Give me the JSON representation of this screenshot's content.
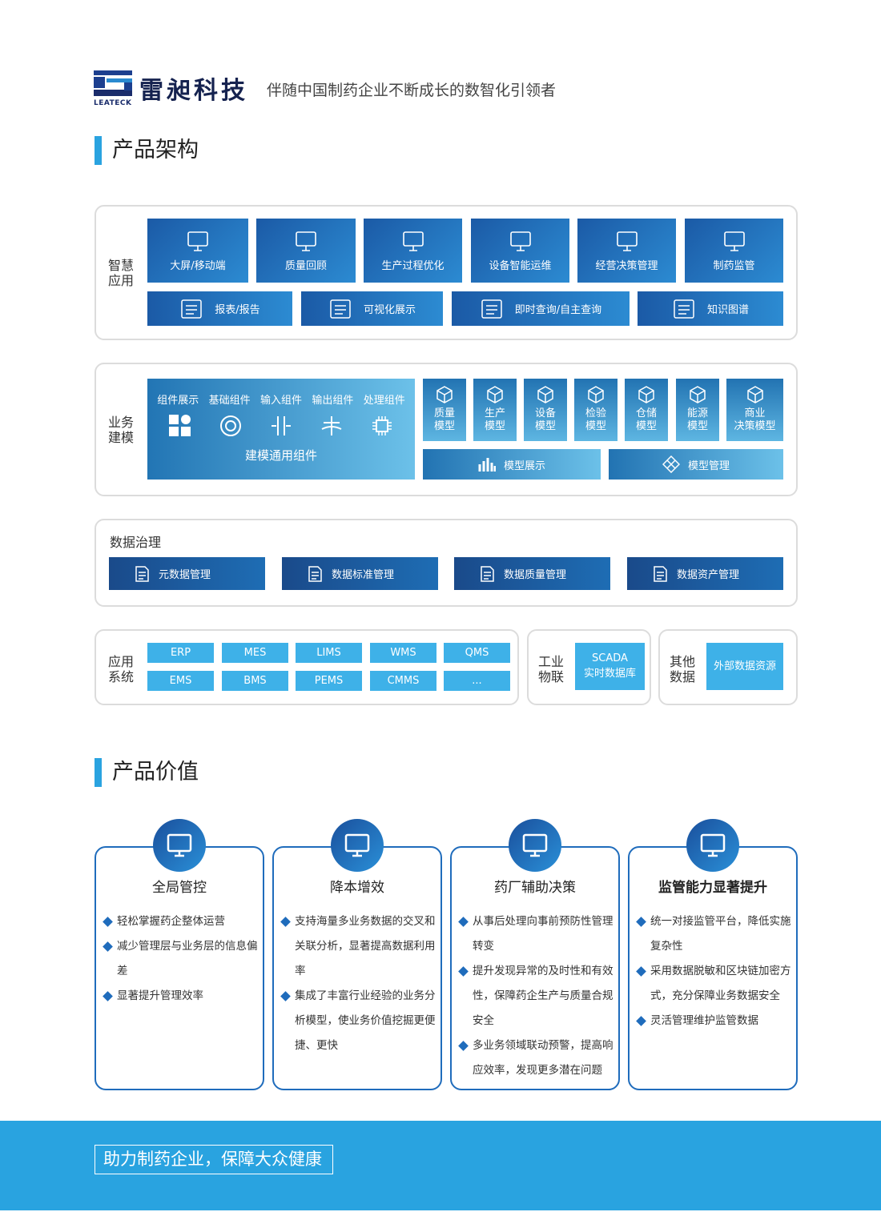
{
  "header": {
    "brand_cn": "雷昶科技",
    "brand_en": "LEATECK",
    "tagline": "伴随中国制药企业不断成长的数智化引领者"
  },
  "arch": {
    "title": "产品架构",
    "smart": {
      "label": "智慧应用",
      "row1": [
        "大屏/移动端",
        "质量回顾",
        "生产过程优化",
        "设备智能运维",
        "经营决策管理",
        "制药监管"
      ],
      "row2": [
        "报表/报告",
        "可视化展示",
        "即时查询/自主查询",
        "知识图谱"
      ]
    },
    "modeling": {
      "label": "业务建模",
      "components": [
        "组件展示",
        "基础组件",
        "输入组件",
        "输出组件",
        "处理组件"
      ],
      "common": "建模通用组件",
      "models": [
        "质量 模型",
        "生产 模型",
        "设备 模型",
        "检验 模型",
        "仓储 模型",
        "能源 模型",
        "商业 决策模型"
      ],
      "bottom": [
        "模型展示",
        "模型管理"
      ]
    },
    "governance": {
      "label": "数据治理",
      "items": [
        "元数据管理",
        "数据标准管理",
        "数据质量管理",
        "数据资产管理"
      ]
    },
    "systems": {
      "label": "应用系统",
      "items": [
        "ERP",
        "MES",
        "LIMS",
        "WMS",
        "QMS",
        "EMS",
        "BMS",
        "PEMS",
        "CMMS",
        "..."
      ]
    },
    "iot": {
      "label": "工业物联",
      "item1": "SCADA",
      "item2": "实时数据库"
    },
    "other": {
      "label": "其他数据",
      "item": "外部数据资源"
    }
  },
  "value": {
    "title": "产品价值",
    "cards": [
      {
        "title": "全局管控",
        "bullets": [
          "轻松掌握药企整体运营",
          "减少管理层与业务层的信息偏差",
          "显著提升管理效率"
        ]
      },
      {
        "title": "降本增效",
        "bullets": [
          "支持海量多业务数据的交叉和关联分析，显著提高数据利用率",
          "集成了丰富行业经验的业务分析模型，使业务价值挖掘更便捷、更快"
        ]
      },
      {
        "title": "药厂辅助决策",
        "bullets": [
          "从事后处理向事前预防性管理转变",
          "提升发现异常的及时性和有效性，保障药企生产与质量合规安全",
          "多业务领域联动预警，提高响应效率，发现更多潜在问题"
        ]
      },
      {
        "title": "监管能力显著提升",
        "bullets": [
          "统一对接监管平台，降低实施复杂性",
          "采用数据脱敏和区块链加密方式，充分保障业务数据安全",
          "灵活管理维护监管数据"
        ]
      }
    ]
  },
  "footer": {
    "slogan": "助力制药企业，保障大众健康"
  },
  "colors": {
    "accent": "#2aa3e0",
    "navy": "#1a4a8a",
    "card_border": "#1f6cbc"
  }
}
